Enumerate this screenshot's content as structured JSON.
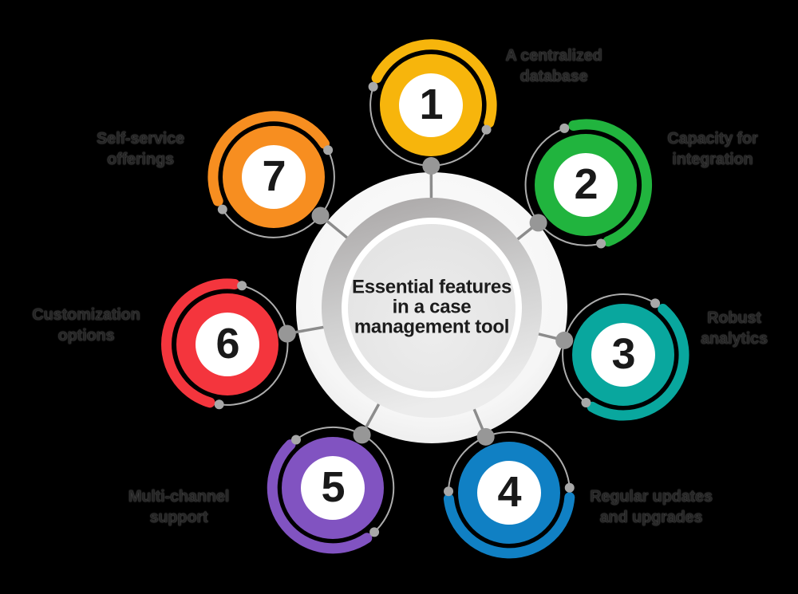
{
  "title": "Essential features in a case management tool",
  "background_color": "#000000",
  "center": {
    "title_lines": [
      "Essential features",
      "in a case",
      "management tool"
    ]
  },
  "nodes": [
    {
      "number": "1",
      "color": "#F7B50C",
      "label": "A centralized database",
      "label_lines": [
        "A centralized",
        "database"
      ]
    },
    {
      "number": "2",
      "color": "#21B43E",
      "label": "Capacity for integration",
      "label_lines": [
        "Capacity for",
        "integration"
      ]
    },
    {
      "number": "3",
      "color": "#09A79E",
      "label": "Robust analytics",
      "label_lines": [
        "Robust",
        "analytics"
      ]
    },
    {
      "number": "4",
      "color": "#1080C4",
      "label": "Regular updates and upgrades",
      "label_lines": [
        "Regular updates",
        "and upgrades"
      ]
    },
    {
      "number": "5",
      "color": "#8153C1",
      "label": "Multi-channel support",
      "label_lines": [
        "Multi-channel",
        "support"
      ]
    },
    {
      "number": "6",
      "color": "#F4353D",
      "label": "Customization options",
      "label_lines": [
        "Customization",
        "options"
      ]
    },
    {
      "number": "7",
      "color": "#F78E20",
      "label": "Self-service offerings",
      "label_lines": [
        "Self-service",
        "offerings"
      ]
    }
  ],
  "palette": {
    "hub_outer": "#F4F4F4",
    "hub_ring_dark": "#A9A9A9",
    "hub_ring_light": "#EBEBEB",
    "hub_inner": "#E6E6E6",
    "spoke_gray": "#8C8C8C",
    "big_dot_gray": "#979797",
    "small_dot_gray": "#A8A8A8",
    "thin_arc_gray": "#ADADAD",
    "number_color": "#191919",
    "label_color": "#262626"
  }
}
